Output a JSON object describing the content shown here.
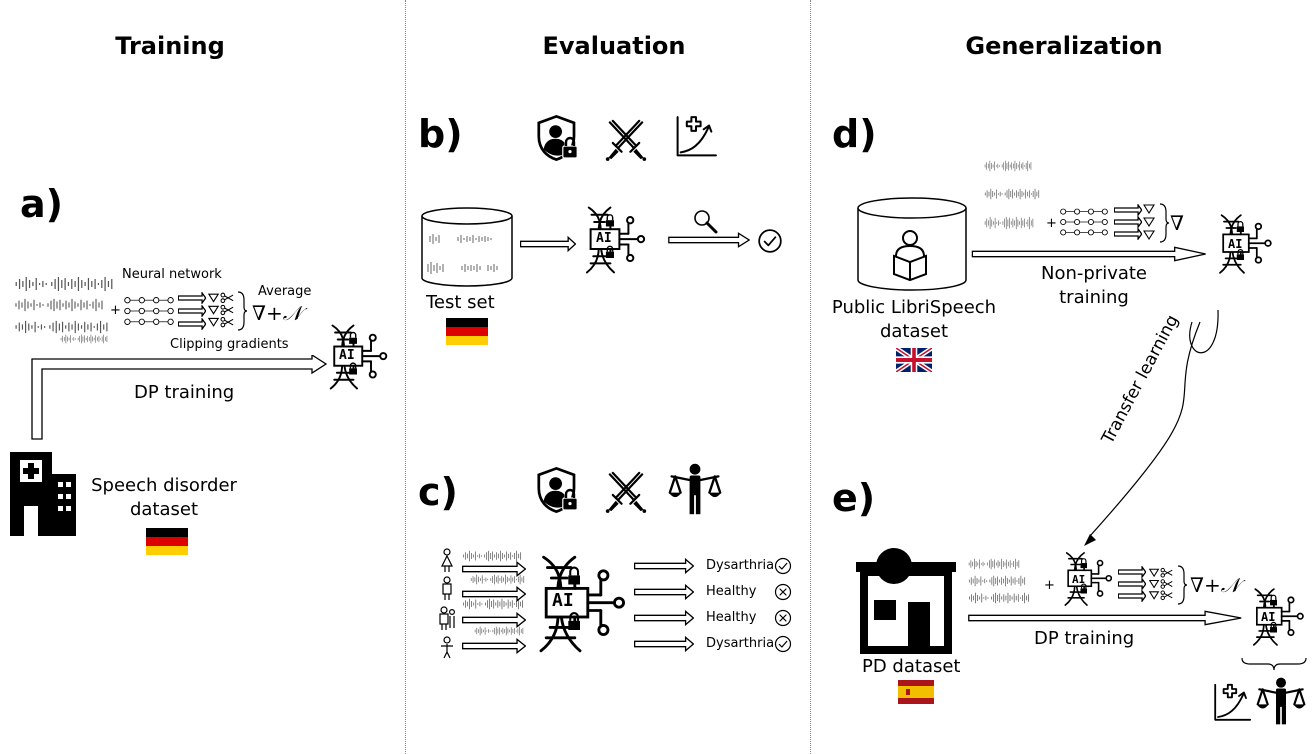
{
  "columns": {
    "training": "Training",
    "evaluation": "Evaluation",
    "generalization": "Generalization"
  },
  "panel_a": {
    "letter": "a)",
    "neural_network": "Neural network",
    "average": "Average",
    "clipping": "Clipping gradients",
    "formula": "∇+𝒩",
    "dp_training": "DP training",
    "dataset_line1": "Speech disorder",
    "dataset_line2": "dataset",
    "ai_text": "AI"
  },
  "panel_b": {
    "letter": "b)",
    "test_set": "Test set",
    "ai_text": "AI"
  },
  "panel_c": {
    "letter": "c)",
    "ai_text": "AI",
    "outputs": [
      "Dysarthria",
      "Healthy",
      "Healthy",
      "Dysarthria"
    ],
    "output_marks": [
      "check",
      "cross",
      "cross",
      "check"
    ]
  },
  "panel_d": {
    "letter": "d)",
    "formula": "∇",
    "training_line1": "Non-private",
    "training_line2": "training",
    "dataset_line1": "Public LibriSpeech",
    "dataset_line2": "dataset",
    "ai_text": "AI"
  },
  "transfer": "Transfer learning",
  "panel_e": {
    "letter": "e)",
    "formula": "∇+𝒩",
    "dp_training": "DP training",
    "dataset": "PD dataset",
    "ai_text": "AI"
  },
  "icons": {
    "privacy": "shield-user-lock-icon",
    "attack": "crossed-swords-icon",
    "utility": "medical-chart-icon",
    "fairness": "person-scales-icon",
    "hospital": "hospital-building-icon",
    "clinic": "clinic-building-icon",
    "database": "database-cylinder-icon",
    "reader": "person-reading-icon",
    "ai_model": "ai-dna-circuit-icon",
    "magnifier": "magnifier-icon",
    "check": "check-circle-icon",
    "cross": "cross-circle-icon"
  },
  "flags": {
    "germany": [
      "#000000",
      "#dd0000",
      "#ffce00"
    ],
    "spain": [
      "#aa151b",
      "#f1bf00"
    ],
    "uk_blue": "#012169",
    "uk_red": "#c8102e"
  }
}
